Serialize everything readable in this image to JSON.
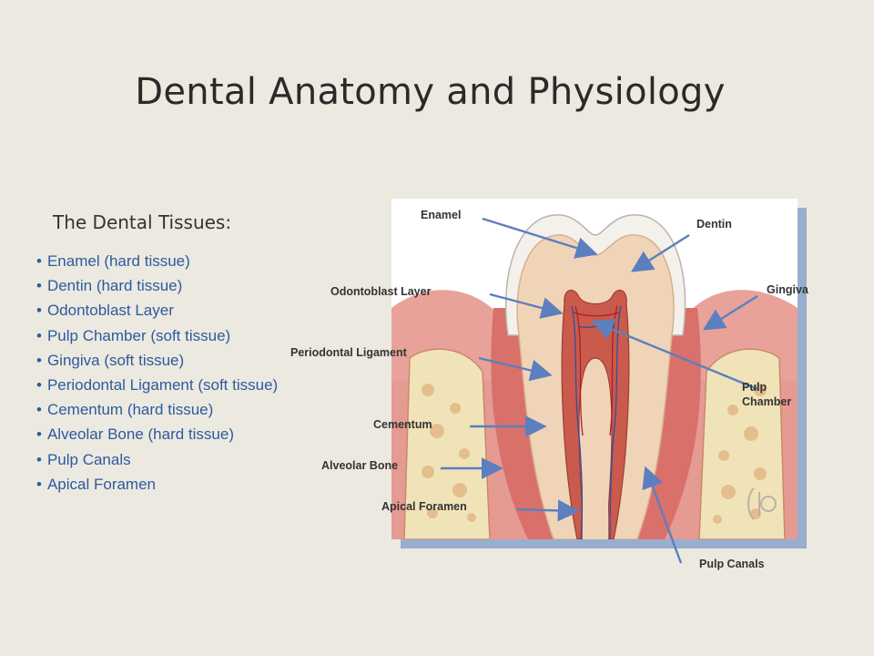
{
  "slide": {
    "title": "Dental Anatomy and Physiology",
    "subtitle": "The Dental Tissues:",
    "bullets": [
      "Enamel (hard tissue)",
      "Dentin (hard tissue)",
      "Odontoblast Layer",
      "Pulp Chamber (soft tissue)",
      "Gingiva (soft tissue)",
      "Periodontal Ligament (soft tissue)",
      "Cementum (hard tissue)",
      "Alveolar Bone (hard tissue)",
      "Pulp Canals",
      "Apical Foramen"
    ]
  },
  "diagram": {
    "labels": {
      "enamel": "Enamel",
      "dentin": "Dentin",
      "odontoblast_layer": "Odontoblast Layer",
      "gingiva": "Gingiva",
      "periodontal_ligament": "Periodontal Ligament",
      "pulp_chamber": "Pulp Chamber",
      "cementum": "Cementum",
      "alveolar_bone": "Alveolar Bone",
      "apical_foramen": "Apical Foramen",
      "pulp_canals": "Pulp Canals"
    },
    "colors": {
      "arrow": "#5b7fbf",
      "enamel": "#f4f1ec",
      "dentin": "#f0d4b8",
      "pulp": "#c95a4c",
      "gingiva": "#e8a29a",
      "bone": "#f1e3b8"
    }
  }
}
